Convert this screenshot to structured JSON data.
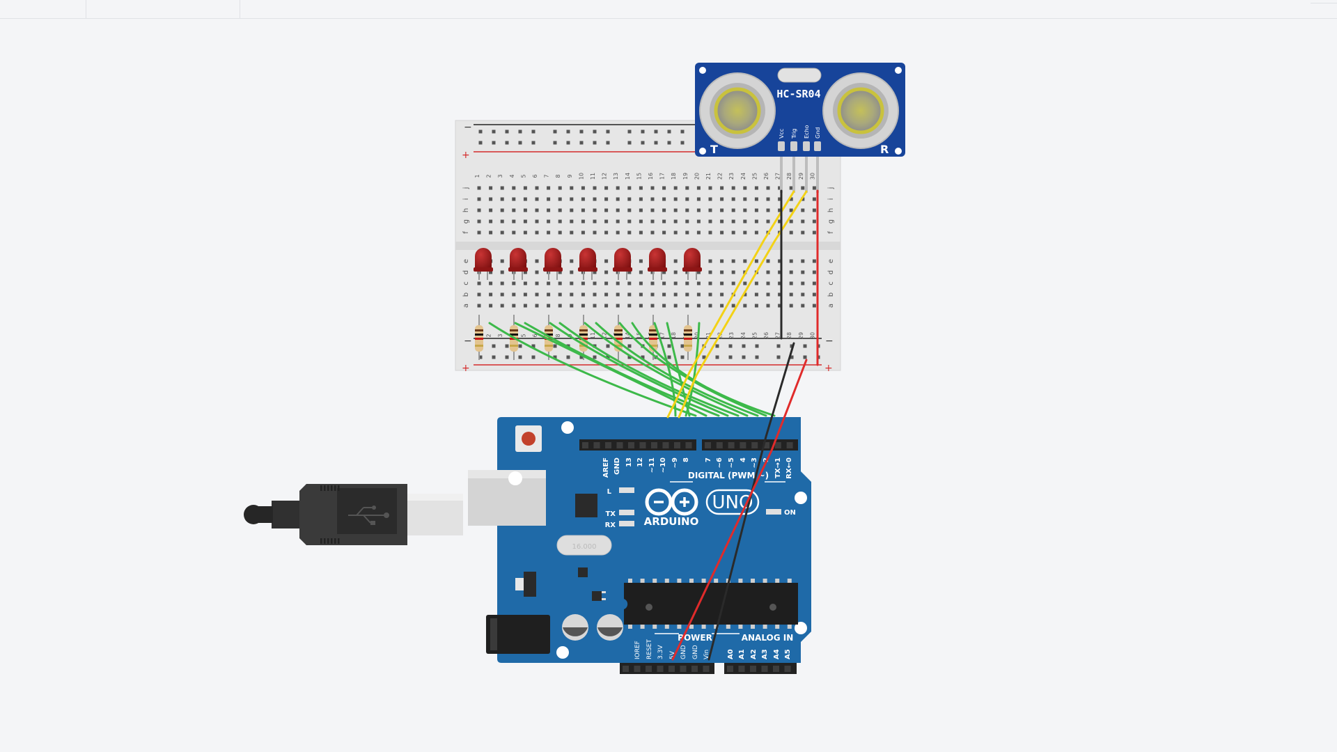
{
  "sensor": {
    "model": "HC-SR04",
    "pins": [
      "Vcc",
      "Trig",
      "Echo",
      "Gnd"
    ],
    "left_label": "T",
    "right_label": "R"
  },
  "breadboard": {
    "row_letters_top": [
      "j",
      "i",
      "h",
      "g",
      "f"
    ],
    "row_letters_bottom": [
      "e",
      "d",
      "c",
      "b",
      "a"
    ],
    "rail_minus": "−",
    "rail_plus": "+",
    "column_count": 30,
    "led_count": 7,
    "resistor_count": 7
  },
  "arduino": {
    "brand": "ARDUINO",
    "model": "UNO",
    "digital_label": "DIGITAL (PWM ~)",
    "power_label": "POWER",
    "analog_label": "ANALOG IN",
    "on_label": "ON",
    "led_labels": [
      "L",
      "TX",
      "RX"
    ],
    "header_top_labels": [
      "AREF",
      "GND",
      "13",
      "12",
      "~11",
      "~10",
      "~9",
      "8",
      "7",
      "~6",
      "~5",
      "4",
      "~3",
      "2",
      "TX→1",
      "RX←0"
    ],
    "power_pins": [
      "IOREF",
      "RESET",
      "3.3V",
      "5V",
      "GND",
      "GND",
      "Vin"
    ],
    "analog_pins": [
      "A0",
      "A1",
      "A2",
      "A3",
      "A4",
      "A5"
    ]
  },
  "colors": {
    "wire_green": "#3db94a",
    "wire_yellow": "#f3d216",
    "wire_red": "#e02b2b",
    "wire_black": "#2a2a2a",
    "board_blue": "#1f6aa8",
    "sensor_blue": "#17449a",
    "led_red": "#a51d1d"
  }
}
